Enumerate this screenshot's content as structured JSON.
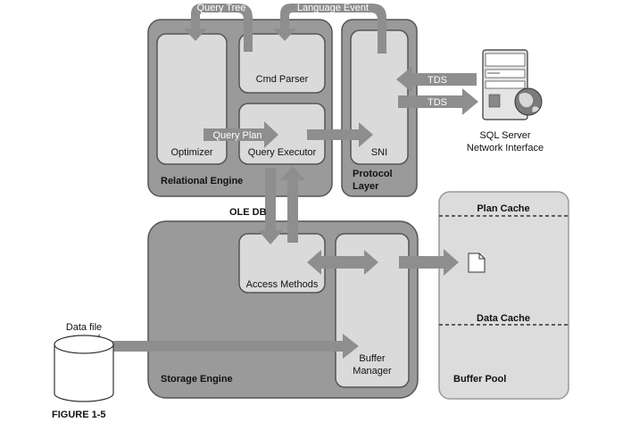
{
  "labels": {
    "query_tree": "Query Tree",
    "language_event": "Language Event",
    "cmd_parser": "Cmd Parser",
    "optimizer": "Optimizer",
    "query_plan": "Query Plan",
    "query_executor": "Query Executor",
    "relational_engine": "Relational Engine",
    "sni": "SNI",
    "protocol_layer_1": "Protocol",
    "protocol_layer_2": "Layer",
    "tds_top": "TDS",
    "tds_bottom": "TDS",
    "sql_server_1": "SQL Server",
    "sql_server_2": "Network Interface",
    "ole_db": "OLE DB",
    "access_methods": "Access Methods",
    "buffer_manager_1": "Buffer",
    "buffer_manager_2": "Manager",
    "storage_engine": "Storage Engine",
    "plan_cache": "Plan Cache",
    "data_cache": "Data Cache",
    "buffer_pool": "Buffer Pool",
    "data_file": "Data file",
    "figure": "FIGURE 1-5"
  },
  "icons": {
    "server": "server-computer-icon",
    "globe": "globe-icon",
    "document": "document-icon",
    "database": "database-cylinder-icon"
  }
}
